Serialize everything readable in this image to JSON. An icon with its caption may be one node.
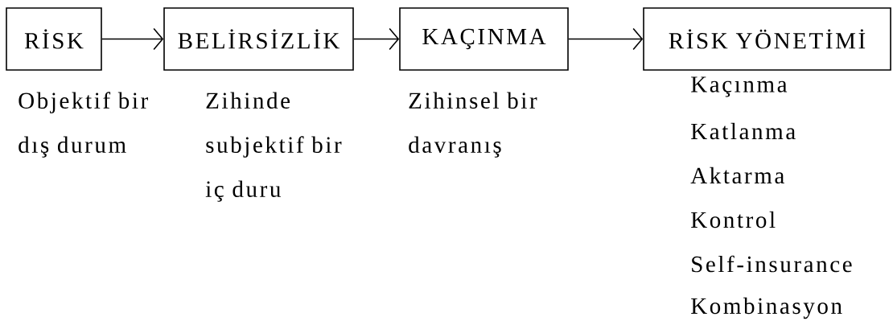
{
  "diagram": {
    "nodes": [
      {
        "text": [
          "RİSK"
        ],
        "beside": [
          "Objektif bir dış durum"
        ]
      },
      {
        "text": [
          "BELİRSİZLİK"
        ],
        "beside": [
          "Zihinde subjektif bir iç duru"
        ]
      },
      {
        "text": [
          "KAÇINMA"
        ],
        "beside": [
          "Zihinsel bir davranış"
        ]
      },
      {
        "text": [
          "RİSK YÖNETİMİ"
        ],
        "beside": [
          "Kaçınma",
          "Katlanma",
          "Aktarma",
          "Kontrol",
          "Self-insurance",
          "Kombinasyon"
        ]
      }
    ],
    "edges": [
      {
        "from": 0,
        "to": 1,
        "arrow": "to"
      },
      {
        "from": 1,
        "to": 2,
        "arrow": "to"
      },
      {
        "from": 2,
        "to": 3,
        "arrow": "to"
      }
    ]
  }
}
